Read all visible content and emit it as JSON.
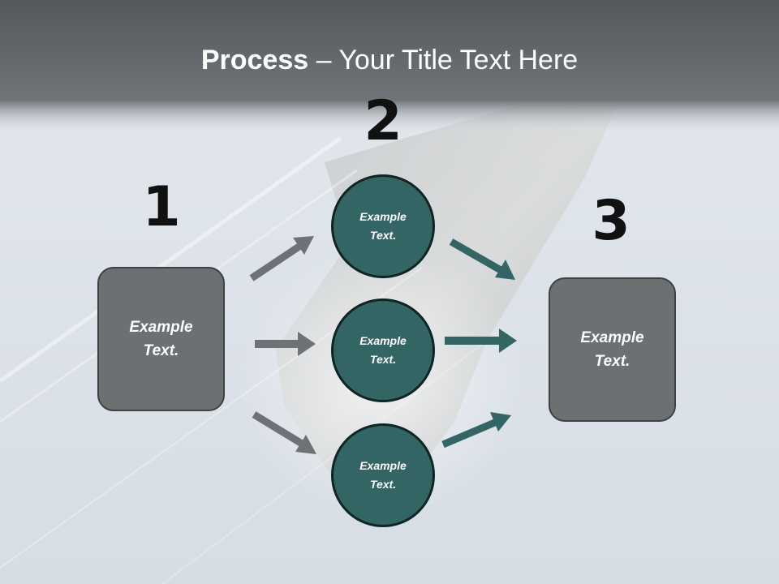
{
  "title": {
    "bold": "Process",
    "rest": " – Your Title Text Here"
  },
  "steps": {
    "one": "1",
    "two": "2",
    "three": "3"
  },
  "start_box": {
    "text": "Example Text."
  },
  "middle_circles": [
    {
      "text": "Example Text."
    },
    {
      "text": "Example Text."
    },
    {
      "text": "Example Text."
    }
  ],
  "end_box": {
    "text": "Example Text."
  },
  "colors": {
    "header_band": "#5a5d61",
    "box_fill": "#6d7073",
    "circle_fill": "#336565",
    "circle_border": "#0f2424",
    "arrow_gray": "#6e7276",
    "arrow_teal": "#336565"
  }
}
